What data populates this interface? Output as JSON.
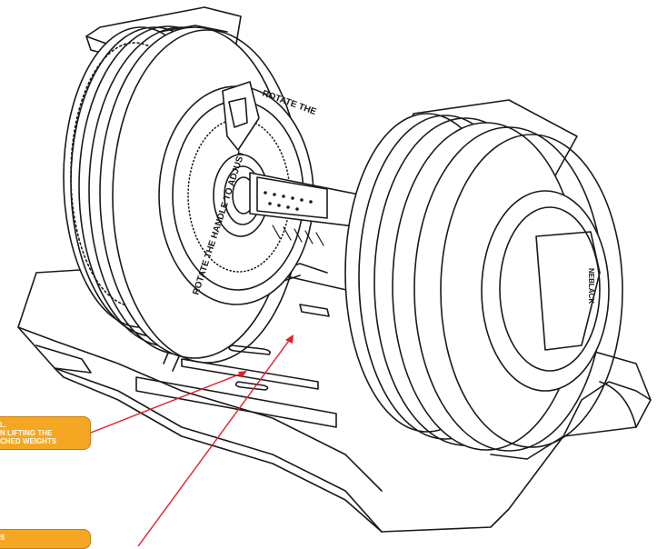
{
  "diagram": {
    "labels": {
      "hub_text_left": "ROTATE THE HANDLE TO ADJUST",
      "hub_text_top": "ROTATE THE",
      "brand_mark": "NEBLACK"
    },
    "callouts": [
      {
        "lines": [
          "L.",
          "N LIFTING THE",
          "CHED WEIGHTS"
        ]
      },
      {
        "lines": [
          "S"
        ]
      }
    ],
    "colors": {
      "line_art": "#1a1a1a",
      "callout_fill": "#f5a623",
      "callout_text": "#ffffff",
      "leader_line": "#e0202a"
    }
  }
}
